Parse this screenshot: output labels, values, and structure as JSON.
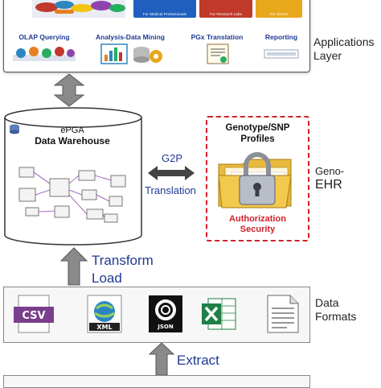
{
  "applications": {
    "banners": [
      {
        "caption": "For Medical Professionals",
        "color": "#ffffff"
      },
      {
        "caption": "For Research Labs",
        "color": "#ffffff"
      },
      {
        "caption": "For Clients",
        "color": "#ffffff"
      }
    ],
    "items": [
      {
        "label": "OLAP Querying",
        "icon": "olap-query-icon"
      },
      {
        "label": "Analysis-Data Mining",
        "icon": "chart-report-icon"
      },
      {
        "label": "PGx Translation",
        "icon": "document-certificate-icon"
      },
      {
        "label": "Reporting",
        "icon": "reporting-logo-icon"
      }
    ],
    "layer_label_line1": "Applications",
    "layer_label_line2": "Layer"
  },
  "warehouse": {
    "title_line1": "ePGA",
    "title_line2": "Data Warehouse"
  },
  "link": {
    "label_top": "G2P",
    "label_bottom": "Translation"
  },
  "geno": {
    "title_line1": "Genotype/SNP",
    "title_line2": "Profiles",
    "auth_line1": "Authorization",
    "auth_line2": "Security",
    "side_line1": "Geno-",
    "side_line2": "EHR"
  },
  "etl": {
    "transform": "Transform",
    "load": "Load",
    "extract": "Extract"
  },
  "formats": {
    "icons": [
      {
        "label": "CSV",
        "icon": "csv-file-icon"
      },
      {
        "label": "XML",
        "icon": "xml-file-icon"
      },
      {
        "label": "JSON",
        "icon": "json-file-icon"
      },
      {
        "label": "",
        "icon": "excel-file-icon"
      },
      {
        "label": "",
        "icon": "text-document-icon"
      }
    ],
    "side_line1": "Data",
    "side_line2": "Formats"
  },
  "colors": {
    "accent_blue": "#1f3a93",
    "alert_red": "#d0202a",
    "arrow_gray": "#8a8a8a"
  }
}
